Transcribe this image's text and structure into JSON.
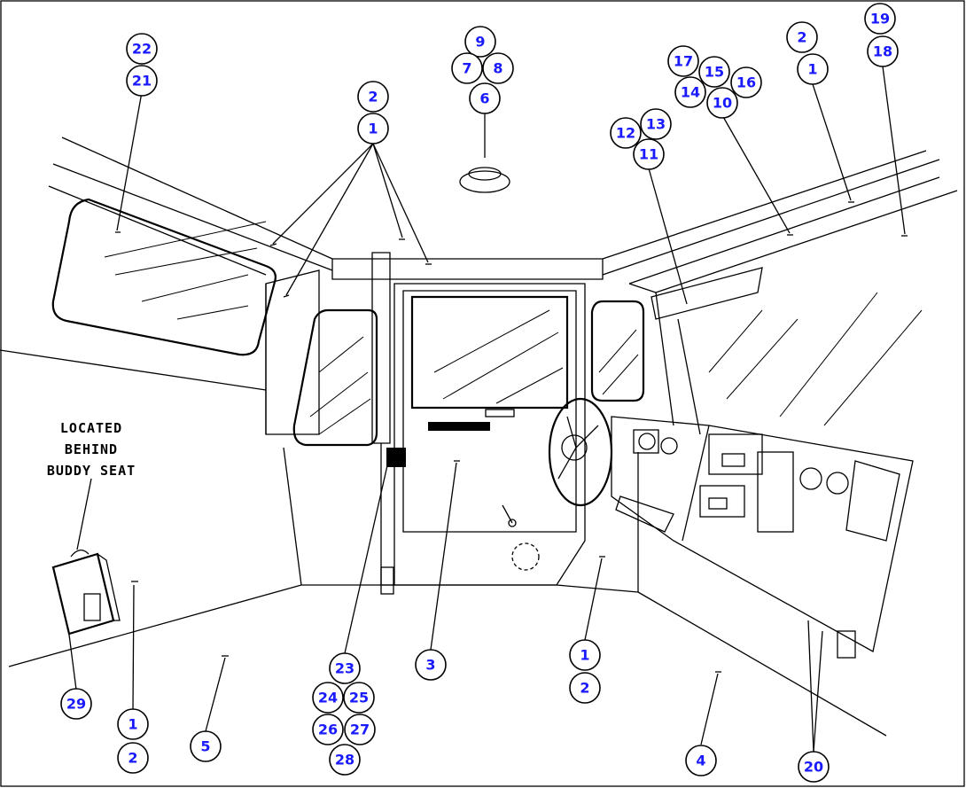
{
  "diagram": {
    "note_lines": [
      "LOCATED",
      "BEHIND",
      "BUDDY SEAT"
    ],
    "callouts": {
      "c22": "22",
      "c21": "21",
      "c9": "9",
      "c7": "7",
      "c8": "8",
      "c6": "6",
      "c2a": "2",
      "c1a": "1",
      "c17": "17",
      "c15": "15",
      "c16": "16",
      "c14": "14",
      "c10": "10",
      "c12": "12",
      "c13": "13",
      "c11": "11",
      "c2b": "2",
      "c1b": "1",
      "c19": "19",
      "c18": "18",
      "c29": "29",
      "c1c": "1",
      "c2c": "2",
      "c5": "5",
      "c23": "23",
      "c24": "24",
      "c25": "25",
      "c26": "26",
      "c27": "27",
      "c28": "28",
      "c3": "3",
      "c1d": "1",
      "c2d": "2",
      "c4": "4",
      "c20": "20"
    },
    "colors": {
      "callout_text": "#1a1aff",
      "line": "#000000"
    }
  }
}
